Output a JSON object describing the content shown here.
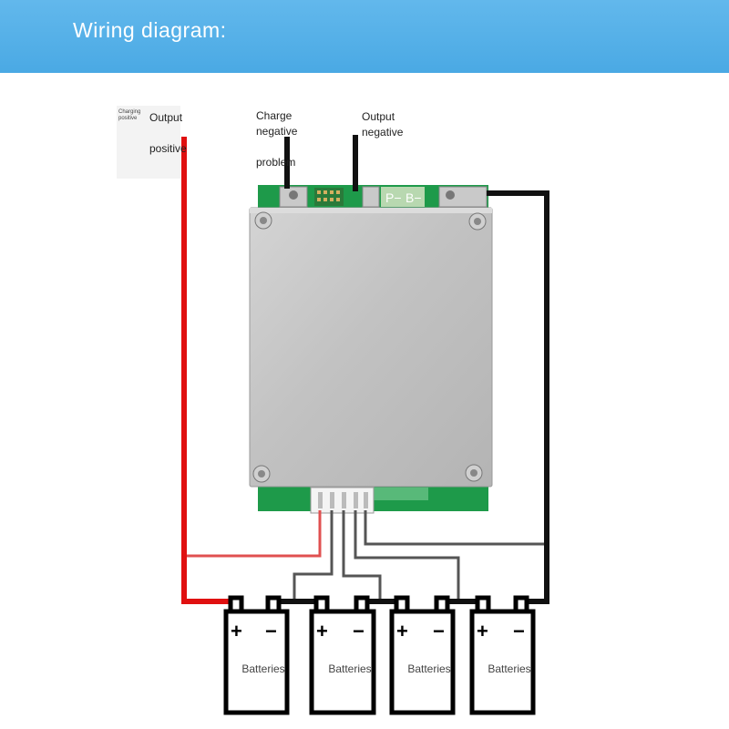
{
  "header": {
    "title": "Wiring diagram:"
  },
  "labels": {
    "charging_positive": "Charging positive",
    "output_positive_line1": "Output",
    "output_positive_line2": "positive",
    "charge_negative_line1": "Charge",
    "charge_negative_line2": "negative",
    "charge_negative_line3": "problem",
    "output_negative_line1": "Output",
    "output_negative_line2": "negative"
  },
  "board": {
    "pad_p_label": "P−",
    "pad_b_label": "B−"
  },
  "batteries": [
    {
      "plus": "+",
      "minus": "−",
      "label": "Batteries"
    },
    {
      "plus": "+",
      "minus": "−",
      "label": "Batteries"
    },
    {
      "plus": "+",
      "minus": "−",
      "label": "Batteries"
    },
    {
      "plus": "+",
      "minus": "−",
      "label": "Batteries"
    }
  ],
  "colors": {
    "header_bg": "#4aa9e4",
    "wire_positive": "#e01010",
    "wire_negative": "#111111",
    "balance_wire_red": "#e05050",
    "pcb_green": "#1e9a4a",
    "heatsink": "#c8c8c8"
  }
}
